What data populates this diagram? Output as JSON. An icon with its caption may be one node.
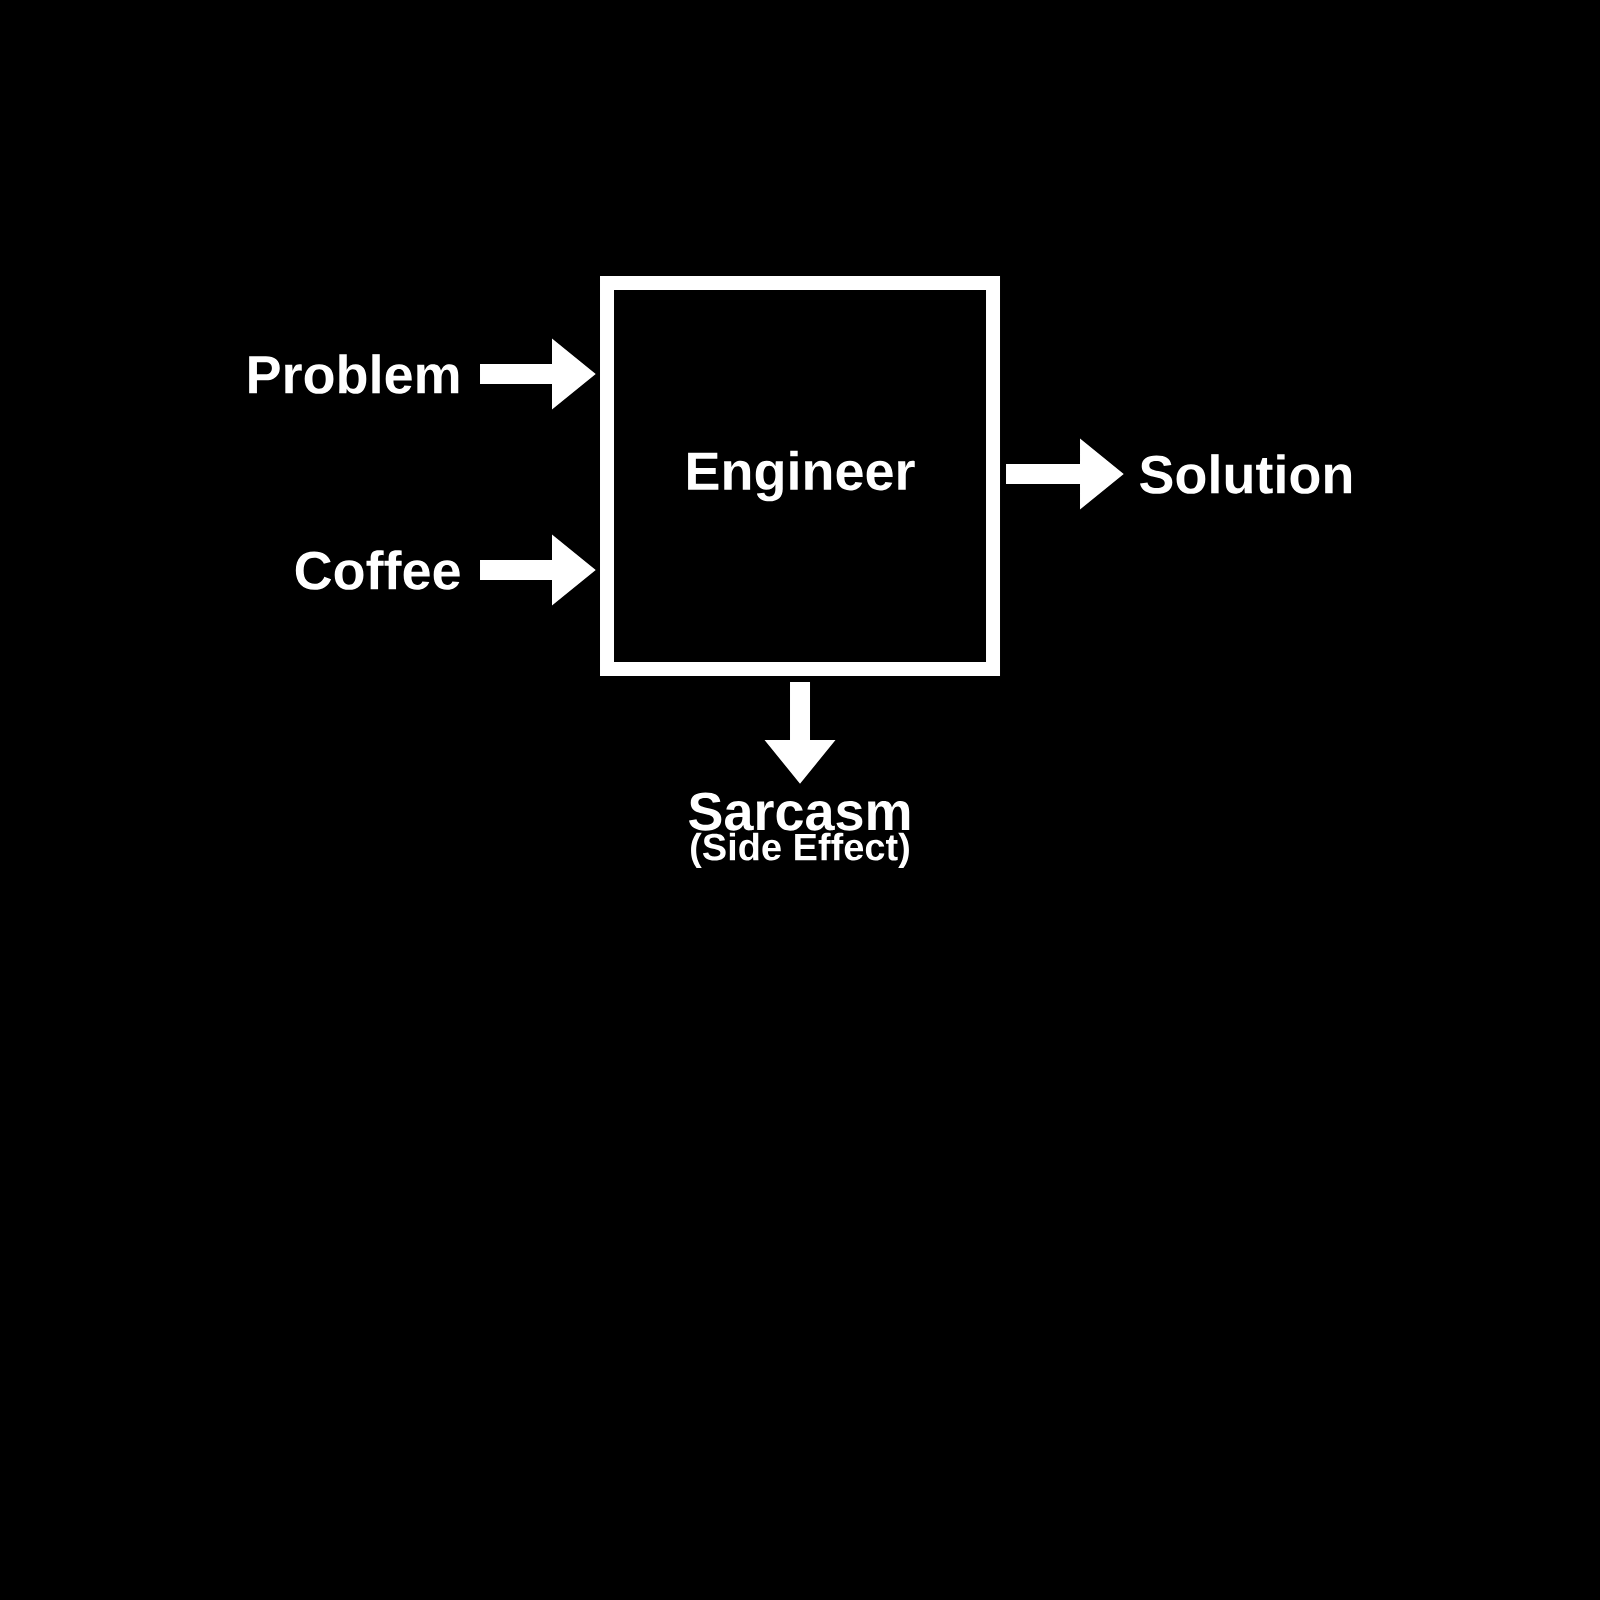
{
  "diagram": {
    "nodes": [
      {
        "text": [
          "Engineer"
        ]
      },
      {
        "text": [
          "Problem"
        ]
      },
      {
        "text": [
          "Coffee"
        ]
      },
      {
        "text": [
          "Solution"
        ]
      },
      {
        "text": [
          "Sarcasm",
          "(Side Effect)"
        ]
      }
    ],
    "edges": [
      {
        "from": 1,
        "to": 0,
        "arrow": "to"
      },
      {
        "from": 2,
        "to": 0,
        "arrow": "to"
      },
      {
        "from": 0,
        "to": 3,
        "arrow": "to"
      },
      {
        "from": 0,
        "to": 4,
        "arrow": "to"
      }
    ]
  }
}
